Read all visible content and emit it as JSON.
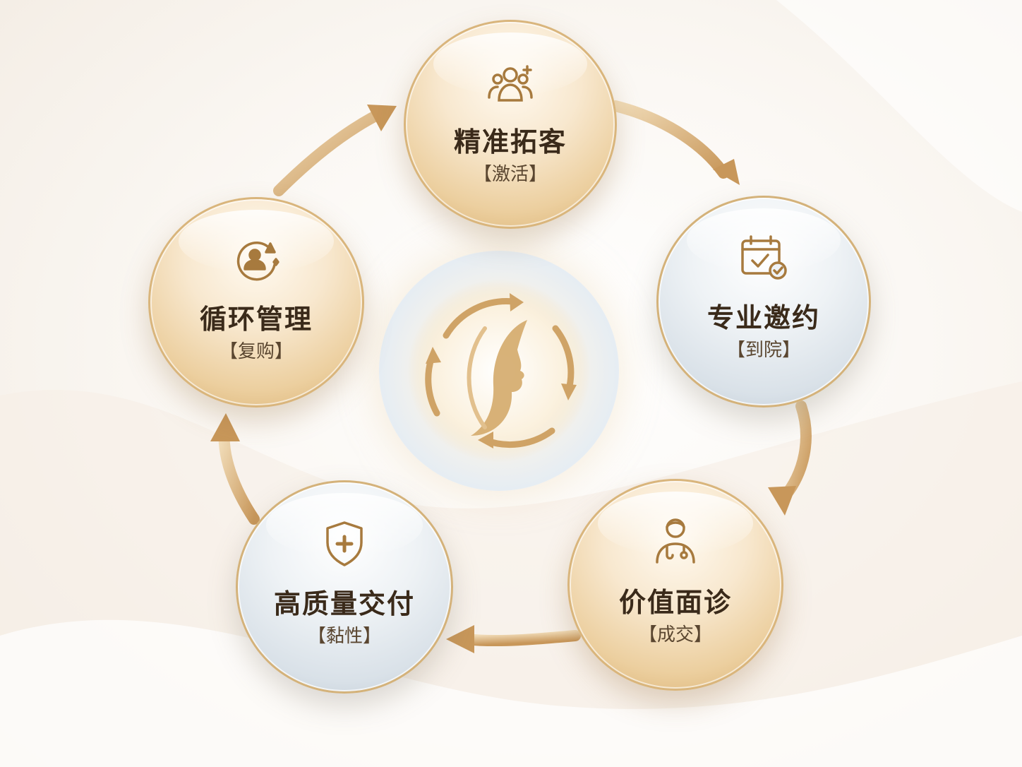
{
  "diagram": {
    "center_icon": "woman-profile-cycle-icon",
    "nodes": [
      {
        "id": "acquire",
        "title": "精准拓客",
        "sub": "【激活】",
        "icon": "user-group-add-icon",
        "style": "gold"
      },
      {
        "id": "invite",
        "title": "专业邀约",
        "sub": "【到院】",
        "icon": "calendar-check-icon",
        "style": "silver"
      },
      {
        "id": "consult",
        "title": "价值面诊",
        "sub": "【成交】",
        "icon": "doctor-icon",
        "style": "gold"
      },
      {
        "id": "deliver",
        "title": "高质量交付",
        "sub": "【黏性】",
        "icon": "shield-plus-icon",
        "style": "silver"
      },
      {
        "id": "cycle",
        "title": "循环管理",
        "sub": "【复购】",
        "icon": "user-refresh-icon",
        "style": "gold"
      }
    ],
    "colors": {
      "gold": "#c59a5c",
      "dark_text": "#3a2a1a",
      "silver": "#d9e1e8"
    }
  }
}
